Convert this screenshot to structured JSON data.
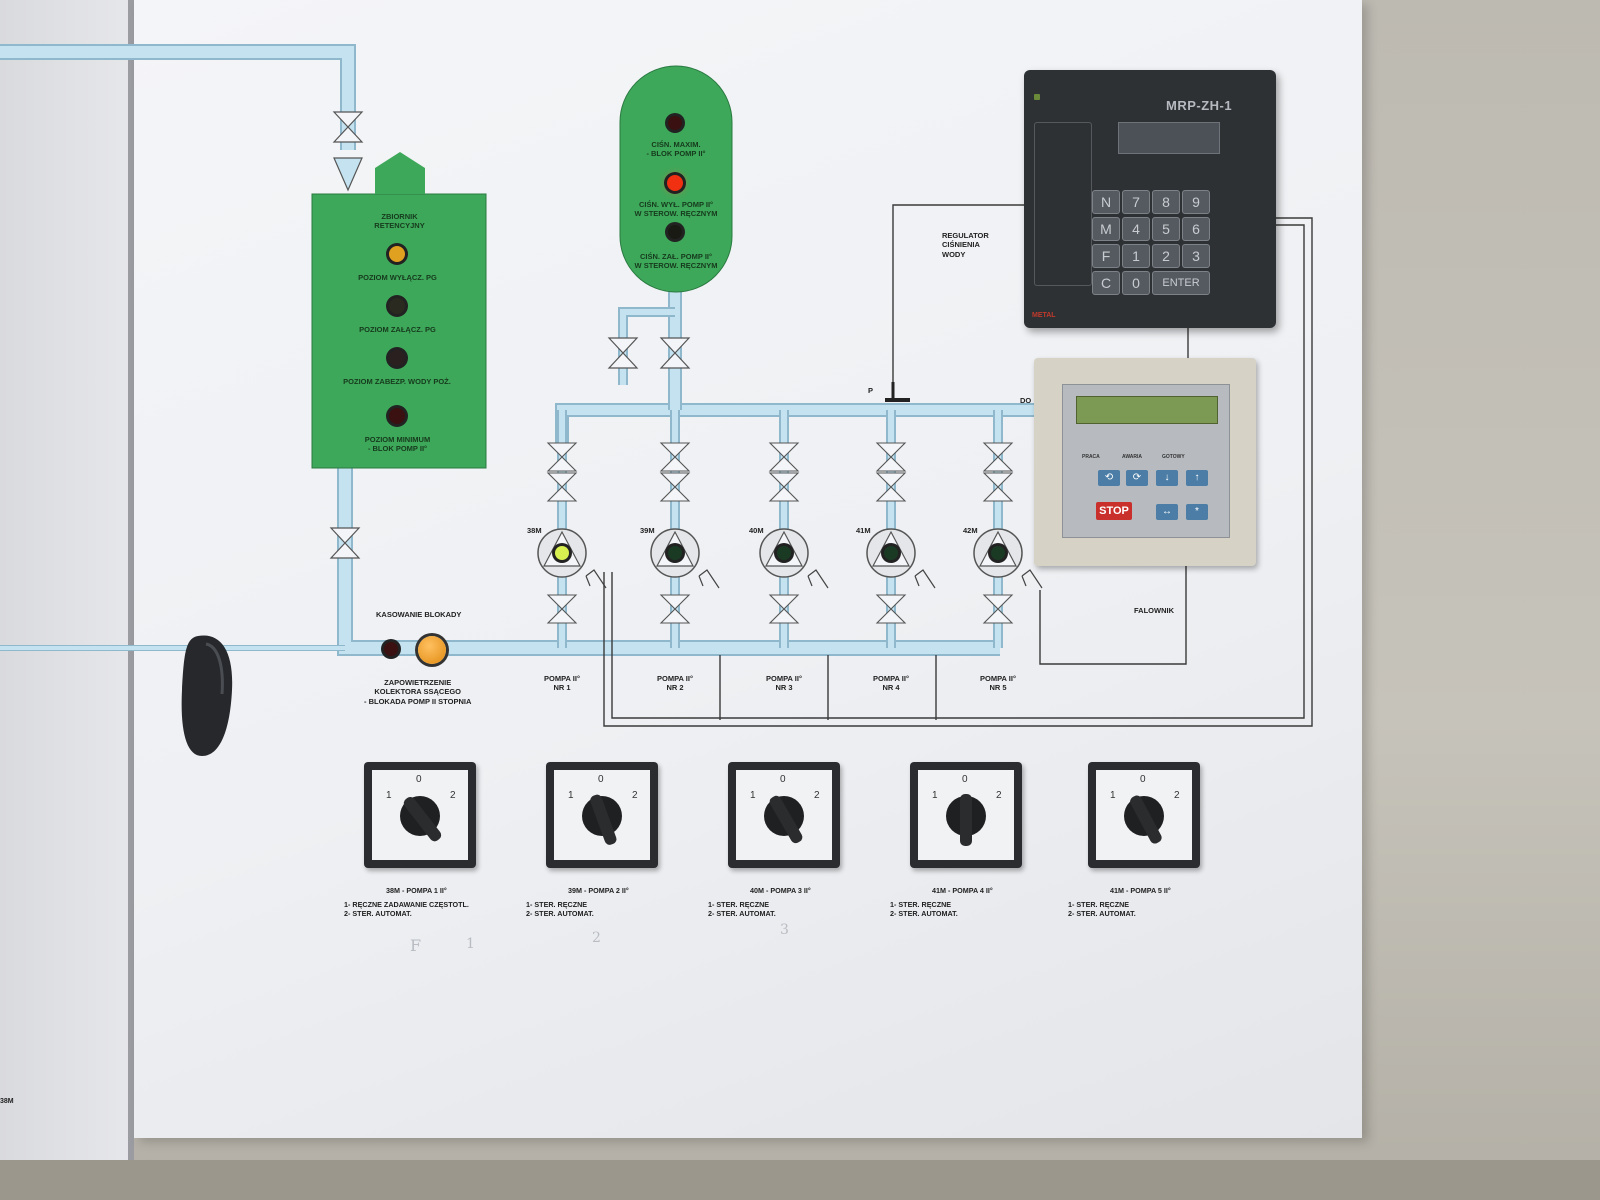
{
  "tank": {
    "title": "ZBIORNIK\nRETENCYJNY",
    "lamps": [
      {
        "label": "POZIOM WYŁĄCZ. PG",
        "color": "#e0a020"
      },
      {
        "label": "POZIOM ZAŁĄCZ. PG",
        "color": "#2a2a20"
      },
      {
        "label": "POZIOM ZABEZP. WODY POŻ.",
        "color": "#2a2020"
      },
      {
        "label": "POZIOM MINIMUM\n- BLOK POMP II°",
        "color": "#3a1010"
      }
    ]
  },
  "pressure_vessel": {
    "lamps": [
      {
        "label": "CIŚN. MAXIM.\n- BLOK POMP II°",
        "color": "#3a1010"
      },
      {
        "label": "CIŚN. WYŁ. POMP II°\nW STEROW. RĘCZNYM",
        "color": "#e03010"
      },
      {
        "label": "CIŚN. ZAŁ. POMP II°\nW STEROW. RĘCZNYM",
        "color": "#1a1a14"
      }
    ]
  },
  "regulator_label": "REGULATOR\nCIŚNIENIA\nWODY",
  "p_label": "P",
  "do_label": "DO",
  "reset_label": "KASOWANIE BLOKADY",
  "air_label": "ZAPOWIETRZENIE\nKOLEKTORA SSĄCEGO\n- BLOKADA POMP II STOPNIA",
  "inverter_label": "FALOWNIK",
  "controller": {
    "model": "MRP-ZH-1",
    "brand": "METAL",
    "keys": [
      "N",
      "7",
      "8",
      "9",
      "M",
      "4",
      "5",
      "6",
      "F",
      "1",
      "2",
      "3",
      "C",
      "0",
      "ENTER"
    ]
  },
  "inverter": {
    "stop_label": "STOP",
    "status": [
      "PRACA",
      "AWARIA",
      "GOTOWY"
    ]
  },
  "pumps": [
    {
      "tag": "38M",
      "label": "POMPA II°\nNR 1",
      "lamp": "#d8f050"
    },
    {
      "tag": "39M",
      "label": "POMPA II°\nNR 2",
      "lamp": "#1a3a24"
    },
    {
      "tag": "40M",
      "label": "POMPA II°\nNR 3",
      "lamp": "#1a3a24"
    },
    {
      "tag": "41M",
      "label": "POMPA II°\nNR 4",
      "lamp": "#1a3a24"
    },
    {
      "tag": "42M",
      "label": "POMPA II°\nNR 5",
      "lamp": "#1a3a24"
    }
  ],
  "switches": [
    {
      "title": "38M - POMPA 1 II°",
      "desc": "1- RĘCZNE ZADAWANIE CZĘSTOTL.\n2- STER. AUTOMAT."
    },
    {
      "title": "39M - POMPA 2 II°",
      "desc": "1- STER. RĘCZNE\n2- STER. AUTOMAT."
    },
    {
      "title": "40M - POMPA 3 II°",
      "desc": "1- STER. RĘCZNE\n2- STER. AUTOMAT."
    },
    {
      "title": "41M - POMPA 4 II°",
      "desc": "1- STER. RĘCZNE\n2- STER. AUTOMAT."
    },
    {
      "title": "41M - POMPA 5 II°",
      "desc": "1- STER. RĘCZNE\n2- STER. AUTOMAT."
    }
  ],
  "switch_positions": {
    "zero": "0",
    "one": "1",
    "two": "2"
  },
  "pencil_marks": [
    "F",
    "1",
    "2",
    "3"
  ],
  "edge_label": "38M",
  "colors": {
    "pipe": "#bcdcec",
    "pipe_edge": "#8fb8cc",
    "green_panel": "#39a655"
  }
}
